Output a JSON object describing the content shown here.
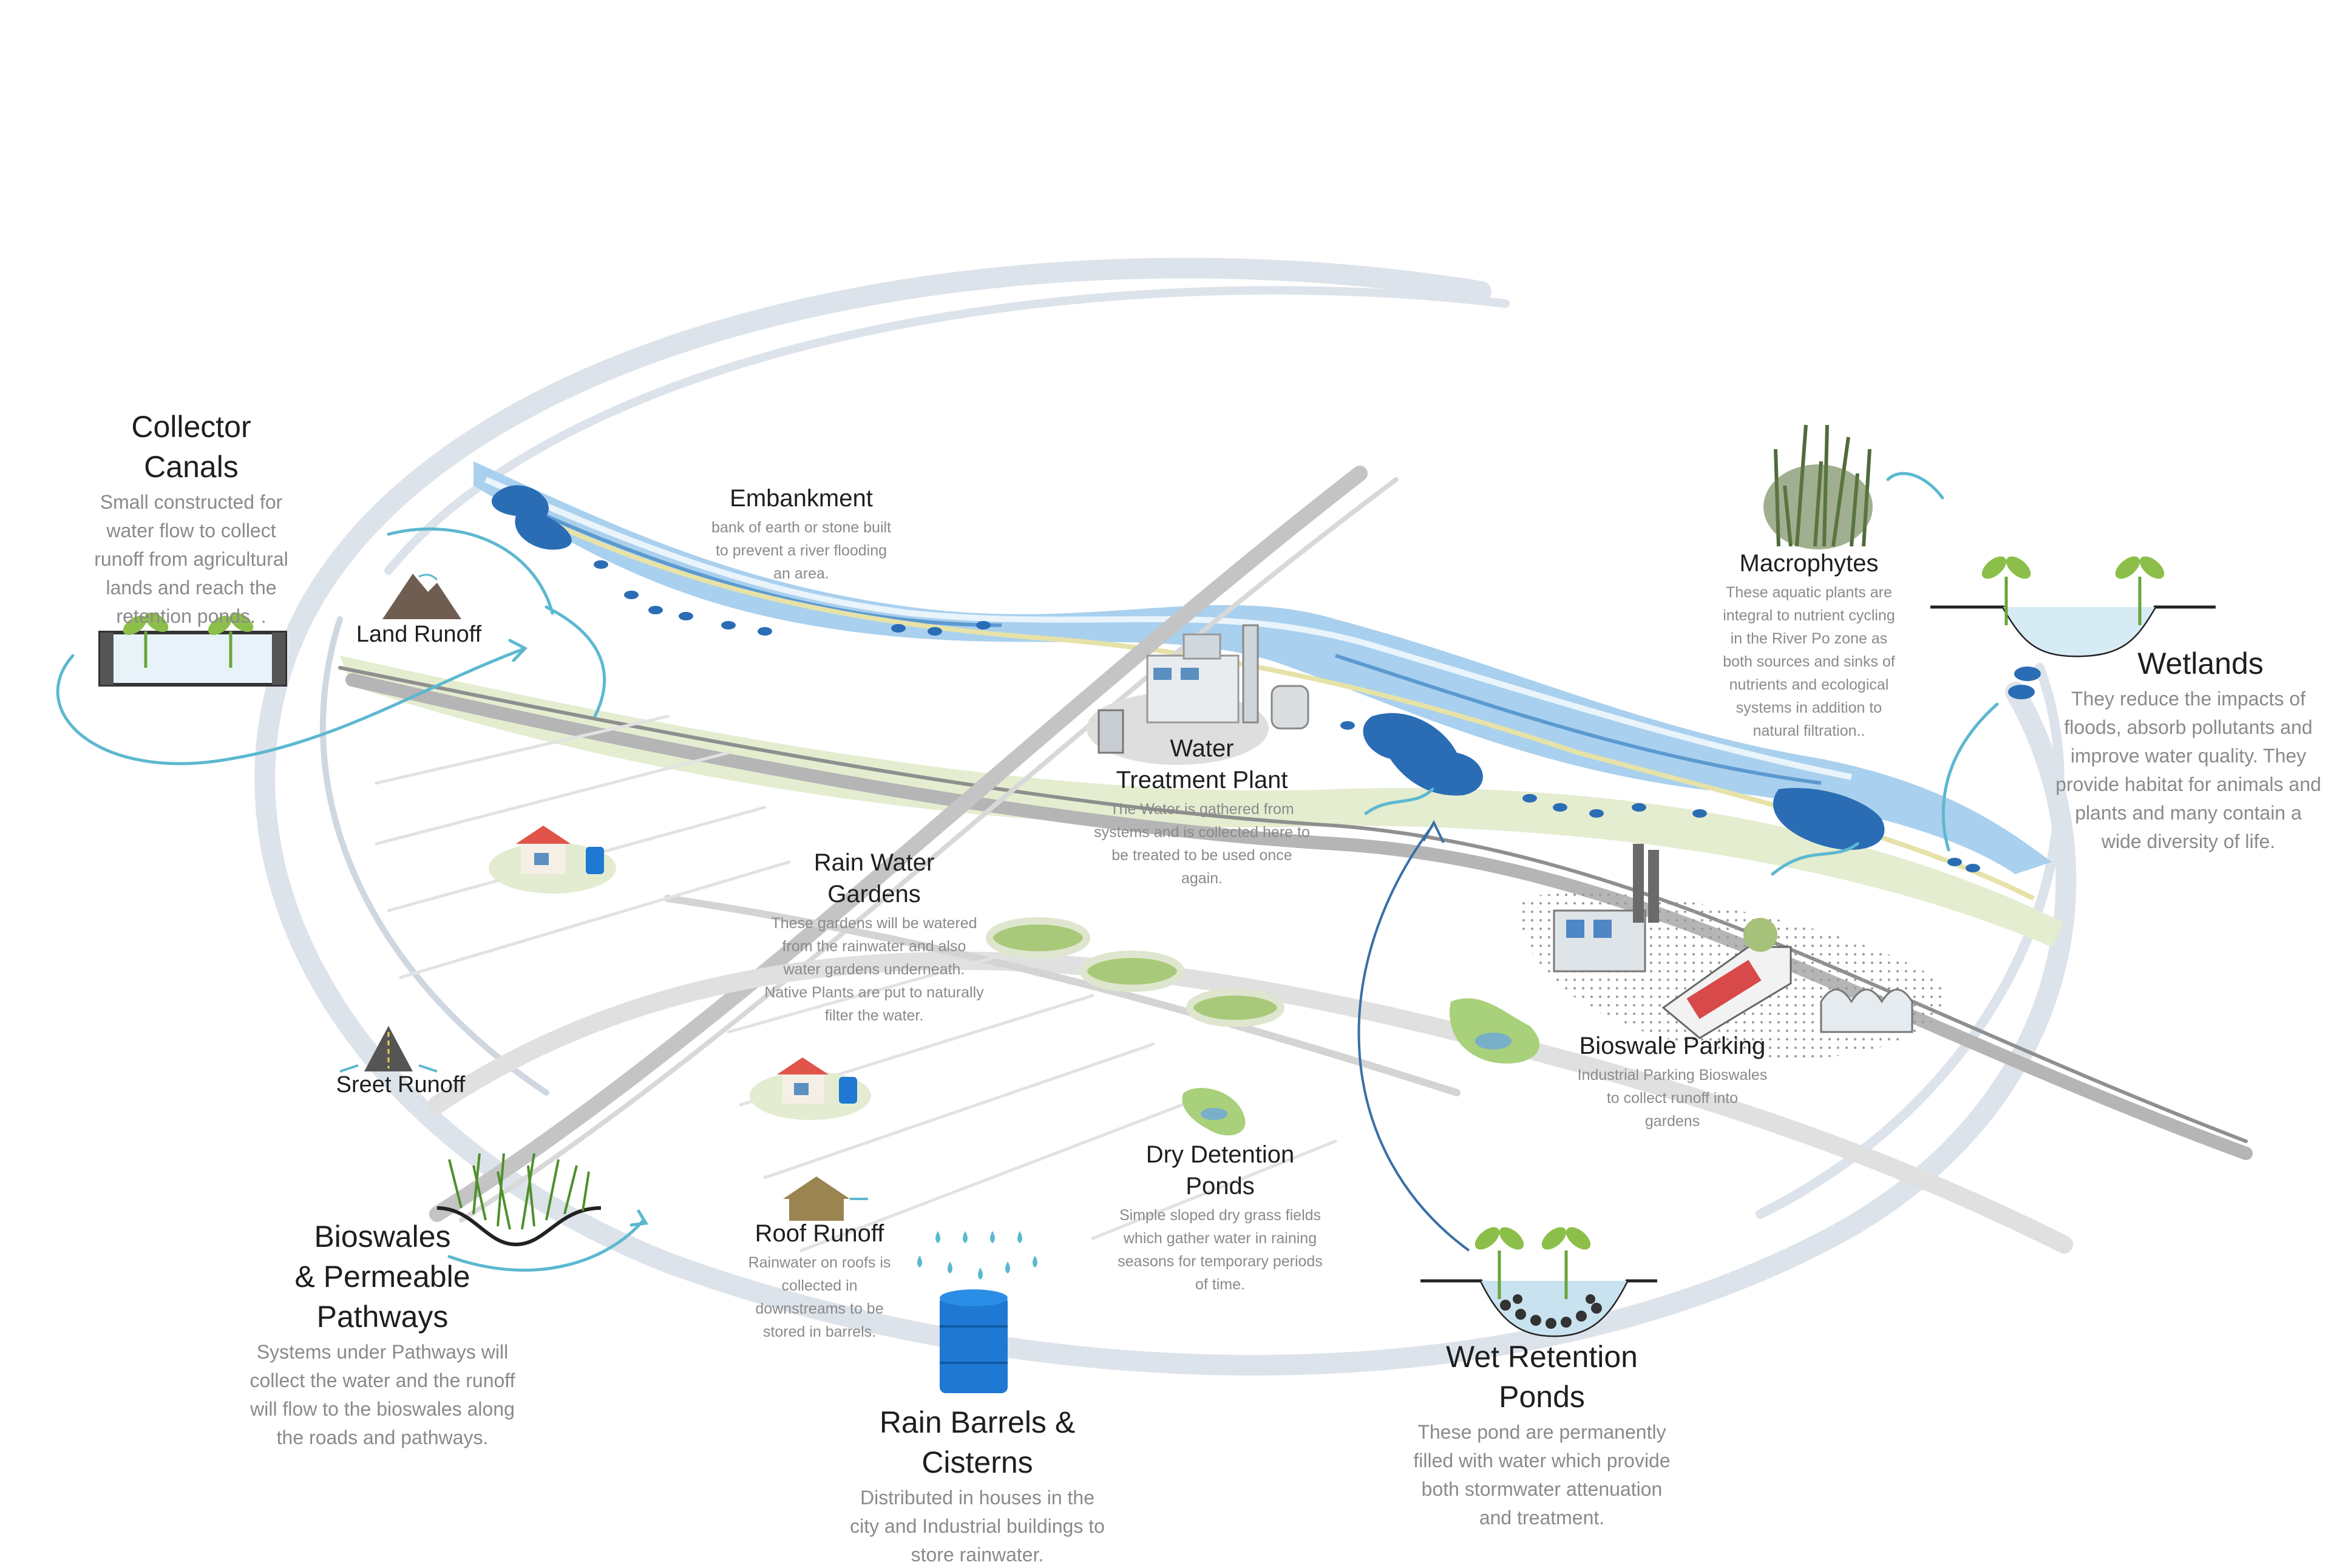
{
  "labels": {
    "collector_canals": {
      "title_line1": "Collector",
      "title_line2": "Canals",
      "desc": [
        "Small constructed for",
        "water flow to collect",
        "runoff from agricultural",
        "lands and reach the",
        "retention ponds. ."
      ]
    },
    "land_runoff": {
      "title": "Land Runoff"
    },
    "embankment": {
      "title": "Embankment",
      "desc": [
        "bank of earth or stone built",
        "to prevent a river flooding",
        "an area."
      ]
    },
    "macrophytes": {
      "title": "Macrophytes",
      "desc": [
        "These aquatic plants are",
        "integral to nutrient cycling",
        "in the River Po zone as",
        "both sources and sinks of",
        "nutrients and ecological",
        "systems in addition to",
        "natural filtration.."
      ]
    },
    "wetlands": {
      "title": "Wetlands",
      "desc": [
        "They reduce the impacts of",
        "floods, absorb pollutants and",
        "improve water quality. They",
        "provide habitat for animals and",
        "plants and many contain a",
        "wide diversity of life."
      ]
    },
    "water_treatment": {
      "title_line1": "Water",
      "title_line2": "Treatment Plant",
      "desc": [
        "The Water is gathered from",
        "systems and is collected here to",
        "be treated to be used once",
        "again."
      ]
    },
    "rain_water_gardens": {
      "title_line1": "Rain Water",
      "title_line2": "Gardens",
      "desc": [
        "These gardens will be watered",
        "from the rainwater and also",
        "water gardens underneath.",
        "Native Plants are put to naturally",
        "filter the water."
      ]
    },
    "bioswale_parking": {
      "title": "Bioswale Parking",
      "desc": [
        "Industrial Parking Bioswales",
        "to collect runoff into",
        "gardens"
      ]
    },
    "street_runoff": {
      "title": "Sreet Runoff"
    },
    "dry_detention": {
      "title_line1": "Dry Detention",
      "title_line2": "Ponds",
      "desc": [
        "Simple sloped dry grass fields",
        "which gather water in raining",
        "seasons for temporary periods",
        "of time."
      ]
    },
    "bioswales": {
      "title_line1": "Bioswales",
      "title_line2": "& Permeable",
      "title_line3": "Pathways",
      "desc": [
        "Systems under Pathways will",
        "collect the water and the runoff",
        "will flow to the bioswales along",
        "the roads and pathways."
      ]
    },
    "roof_runoff": {
      "title": "Roof Runoff",
      "desc": [
        "Rainwater on roofs is",
        "collected in",
        "downstreams to be",
        "stored in barrels."
      ]
    },
    "rain_barrels": {
      "title_line1": "Rain Barrels &",
      "title_line2": "Cisterns",
      "desc": [
        "Distributed in houses in the",
        "city and Industrial buildings to",
        "store rainwater."
      ]
    },
    "wet_retention": {
      "title_line1": "Wet Retention",
      "title_line2": "Ponds",
      "desc": [
        "These pond are permanently",
        "filled with water which provide",
        "both stormwater attenuation",
        "and treatment."
      ]
    }
  },
  "colors": {
    "river": "#8fbfe3",
    "river_dark": "#4a8cc8",
    "pond": "#2a6db5",
    "road": "#9a9a9a",
    "grass": "#dfe9c6",
    "leaf": "#8cbf4a",
    "accent_line": "#5cb8d0",
    "barrel": "#1f78d1"
  },
  "icons": [
    "land-runoff-icon",
    "street-runoff-icon",
    "roof-runoff-icon",
    "rain-barrel-icon",
    "canal-icon",
    "wetland-icon",
    "retention-pond-icon",
    "bioswale-icon",
    "macrophytes-icon",
    "treatment-plant-icon",
    "factory-icon",
    "truck-icon",
    "greenhouse-icon",
    "house-icon"
  ]
}
